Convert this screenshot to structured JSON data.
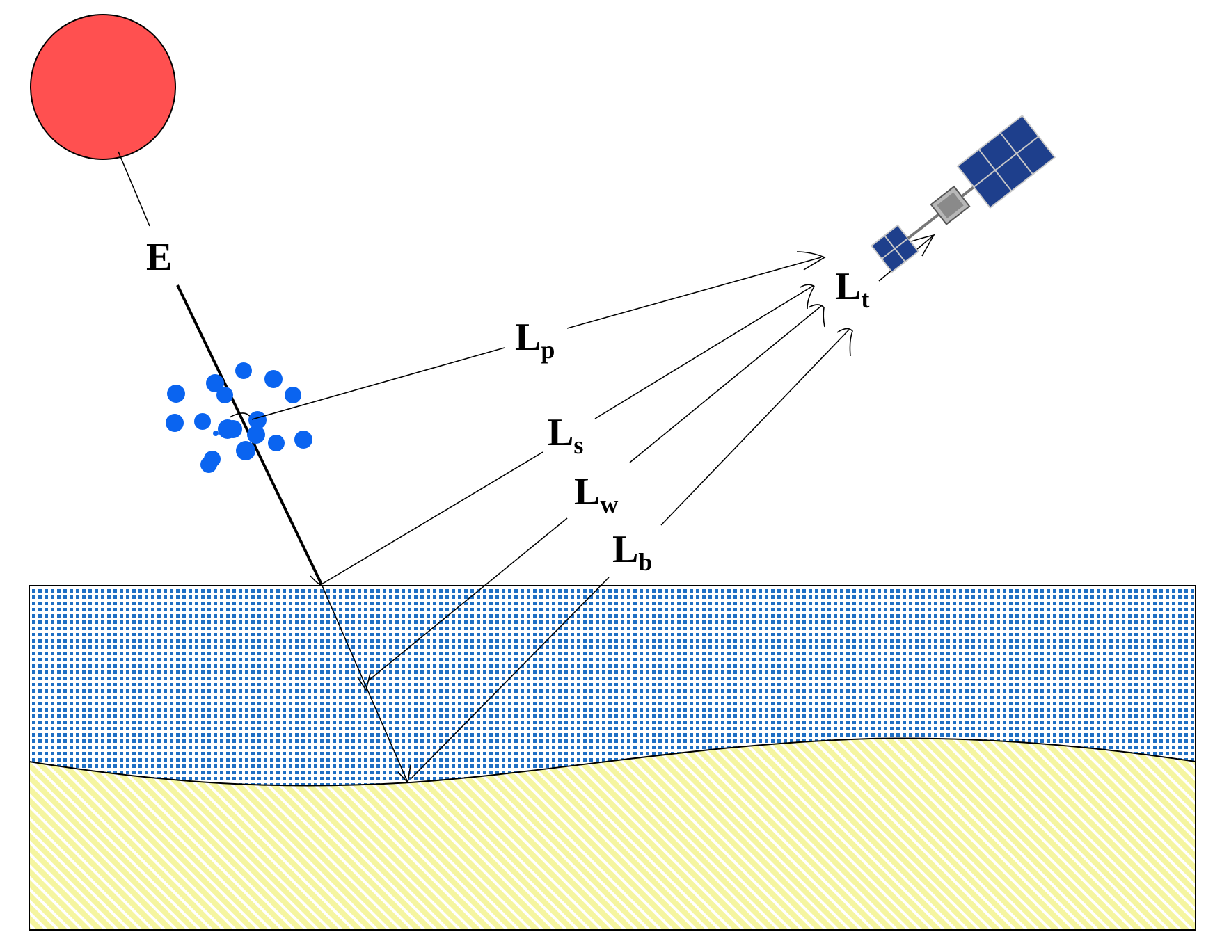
{
  "labels": {
    "E": {
      "main": "E",
      "sub": ""
    },
    "Lp": {
      "main": "L",
      "sub": "p"
    },
    "Ls": {
      "main": "L",
      "sub": "s"
    },
    "Lw": {
      "main": "L",
      "sub": "w"
    },
    "Lb": {
      "main": "L",
      "sub": "b"
    },
    "Lt": {
      "main": "L",
      "sub": "t"
    }
  },
  "colors": {
    "sun": "#ff5050",
    "aerosol": "#0a64f0",
    "water_background": "#ffffff",
    "water_dots": "#1f6fc4",
    "seabed": "#f5f5a0",
    "seabed_stripes": "#ffffff",
    "solar_panel": "#1e3f8c"
  },
  "icons": {
    "sun": "sun-circle",
    "aerosol": "aerosol-particles",
    "satellite": "satellite-icon"
  }
}
